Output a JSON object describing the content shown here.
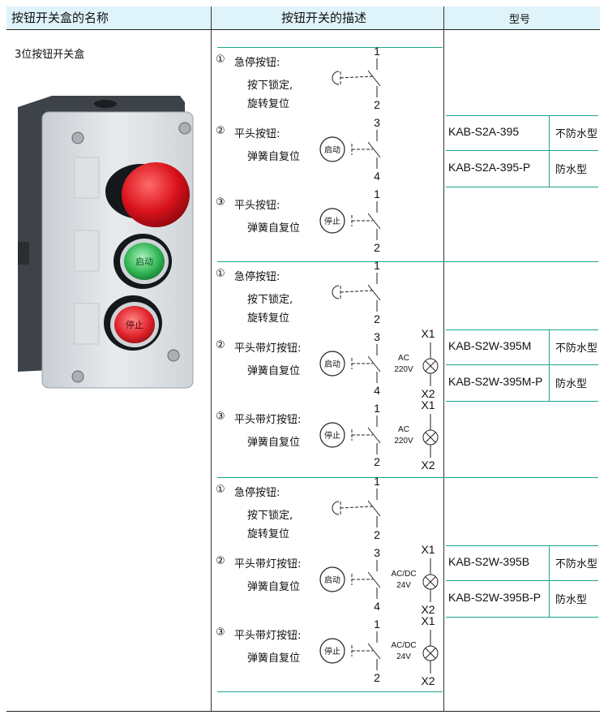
{
  "header": {
    "col1": "按钮开关盒的名称",
    "col2": "按钮开关的描述",
    "col3": "型号"
  },
  "product": {
    "name": "3位按钮开关盒",
    "btn_start": "启动",
    "btn_stop": "停止"
  },
  "groups": [
    {
      "items": [
        {
          "num": "①",
          "title": "急停按钮:",
          "desc1": "按下锁定,",
          "desc2": "旋转复位",
          "top": "1",
          "bottom": "2"
        },
        {
          "num": "②",
          "title": "平头按钮:",
          "desc1": "弹簧自复位",
          "badge": "启动",
          "top": "3",
          "bottom": "4"
        },
        {
          "num": "③",
          "title": "平头按钮:",
          "desc1": "弹簧自复位",
          "badge": "停止",
          "top": "1",
          "bottom": "2"
        }
      ],
      "models": [
        {
          "code": "KAB-S2A-395",
          "type": "不防水型"
        },
        {
          "code": "KAB-S2A-395-P",
          "type": "防水型"
        }
      ]
    },
    {
      "items": [
        {
          "num": "①",
          "title": "急停按钮:",
          "desc1": "按下锁定,",
          "desc2": "旋转复位",
          "top": "1",
          "bottom": "2"
        },
        {
          "num": "②",
          "title": "平头带灯按钮:",
          "desc1": "弹簧自复位",
          "badge": "启动",
          "top": "3",
          "bottom": "4",
          "volt1": "AC",
          "volt2": "220V",
          "x1": "X1",
          "x2": "X2"
        },
        {
          "num": "③",
          "title": "平头带灯按钮:",
          "desc1": "弹簧自复位",
          "badge": "停止",
          "top": "1",
          "bottom": "2",
          "volt1": "AC",
          "volt2": "220V",
          "x1": "X1",
          "x2": "X2"
        }
      ],
      "models": [
        {
          "code": "KAB-S2W-395M",
          "type": "不防水型"
        },
        {
          "code": "KAB-S2W-395M-P",
          "type": "防水型"
        }
      ]
    },
    {
      "items": [
        {
          "num": "①",
          "title": "急停按钮:",
          "desc1": "按下锁定,",
          "desc2": "旋转复位",
          "top": "1",
          "bottom": "2"
        },
        {
          "num": "②",
          "title": "平头带灯按钮:",
          "desc1": "弹簧自复位",
          "badge": "启动",
          "top": "3",
          "bottom": "4",
          "volt1": "AC/DC",
          "volt2": "24V",
          "x1": "X1",
          "x2": "X2"
        },
        {
          "num": "③",
          "title": "平头带灯按钮:",
          "desc1": "弹簧自复位",
          "badge": "停止",
          "top": "1",
          "bottom": "2",
          "volt1": "AC/DC",
          "volt2": "24V",
          "x1": "X1",
          "x2": "X2"
        }
      ],
      "models": [
        {
          "code": "KAB-S2W-395B",
          "type": "不防水型"
        },
        {
          "code": "KAB-S2W-395B-P",
          "type": "防水型"
        }
      ]
    }
  ]
}
